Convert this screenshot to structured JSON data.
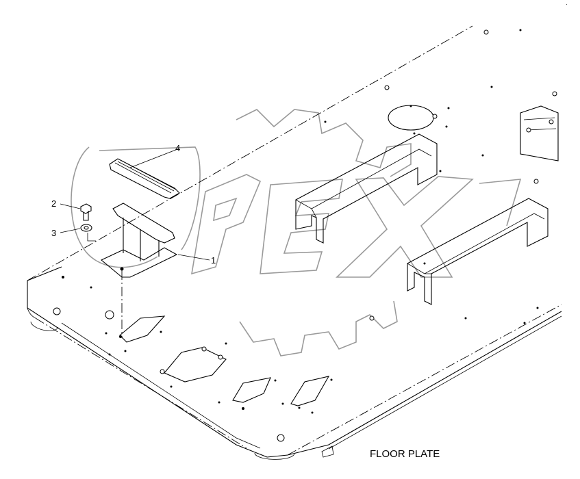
{
  "caption": "FLOOR PLATE",
  "callouts": [
    "1",
    "2",
    "3",
    "4"
  ],
  "watermark": {
    "text": "OPEX",
    "color": "#9a9a9a"
  },
  "corner_mark": "·"
}
